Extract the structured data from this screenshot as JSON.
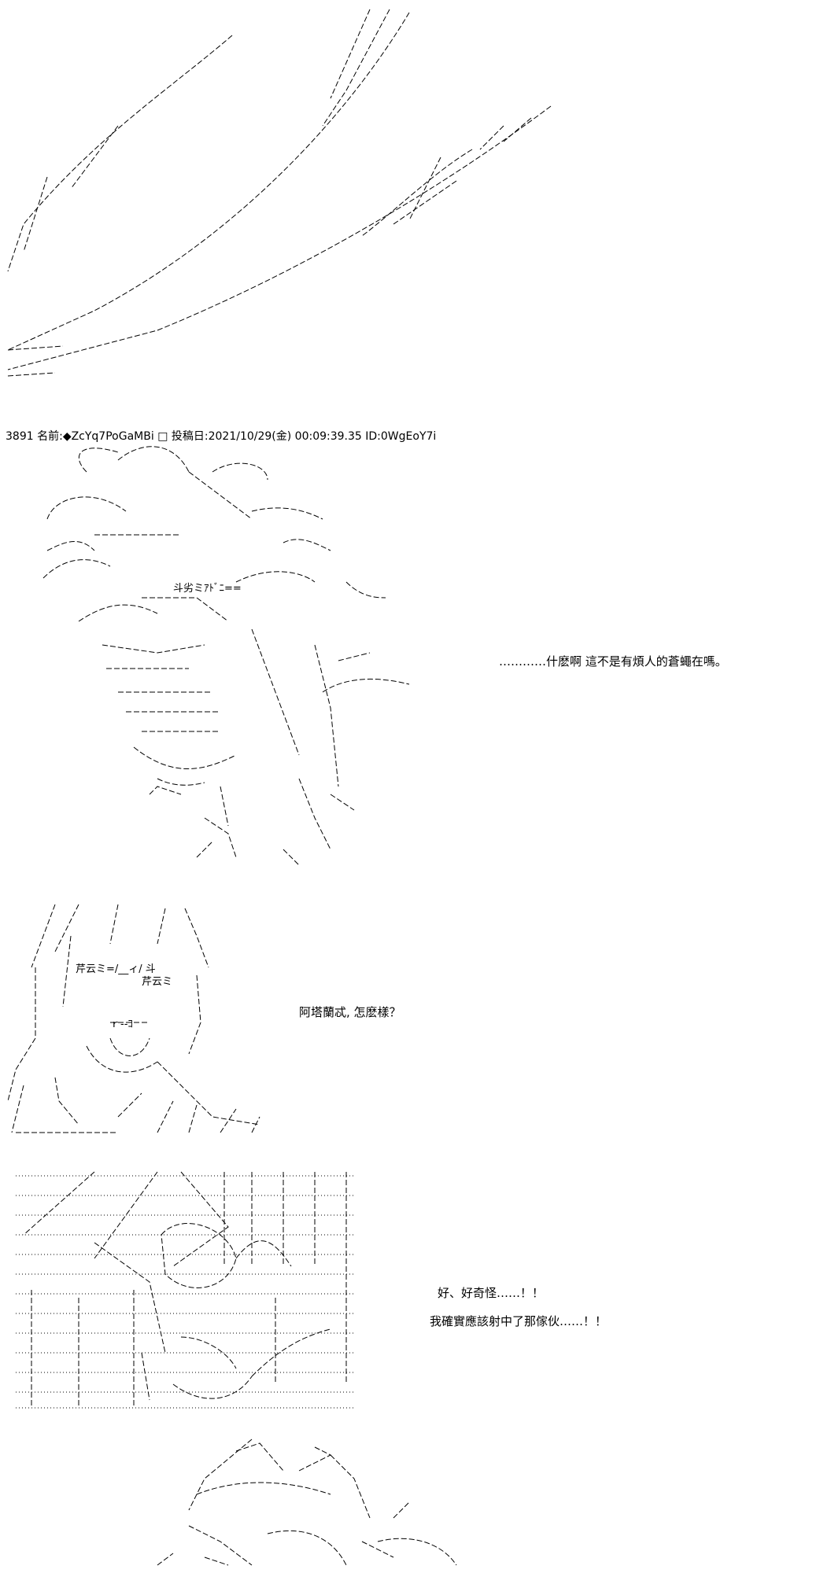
{
  "post": {
    "number": "3891",
    "name_label": "名前:",
    "tripcode": "◆ZcYq7PoGaMBi",
    "date_label": "投稿日:",
    "date": "2021/10/29(金) 00:09:39.35",
    "id": "ID:0WgEoY7i"
  },
  "art_text": {
    "panel1_sfx": "斗劣ミｱﾄﾞﾆ==",
    "panel2_text": "芹云ミ=/__ィ/ 斗",
    "panel2_text_b": "芹云ミ",
    "panel2_mouth": "ｒ--ｺ"
  },
  "dialogue": {
    "line1": "…………什麽啊 這不是有煩人的蒼蠅在嗎。",
    "line2": "阿塔蘭忒, 怎麽樣？",
    "line3": "好、好奇怪……！！",
    "line4": "我確實應該射中了那傢伙……！！"
  },
  "colors": {
    "ink": "#000000",
    "background": "#ffffff"
  }
}
